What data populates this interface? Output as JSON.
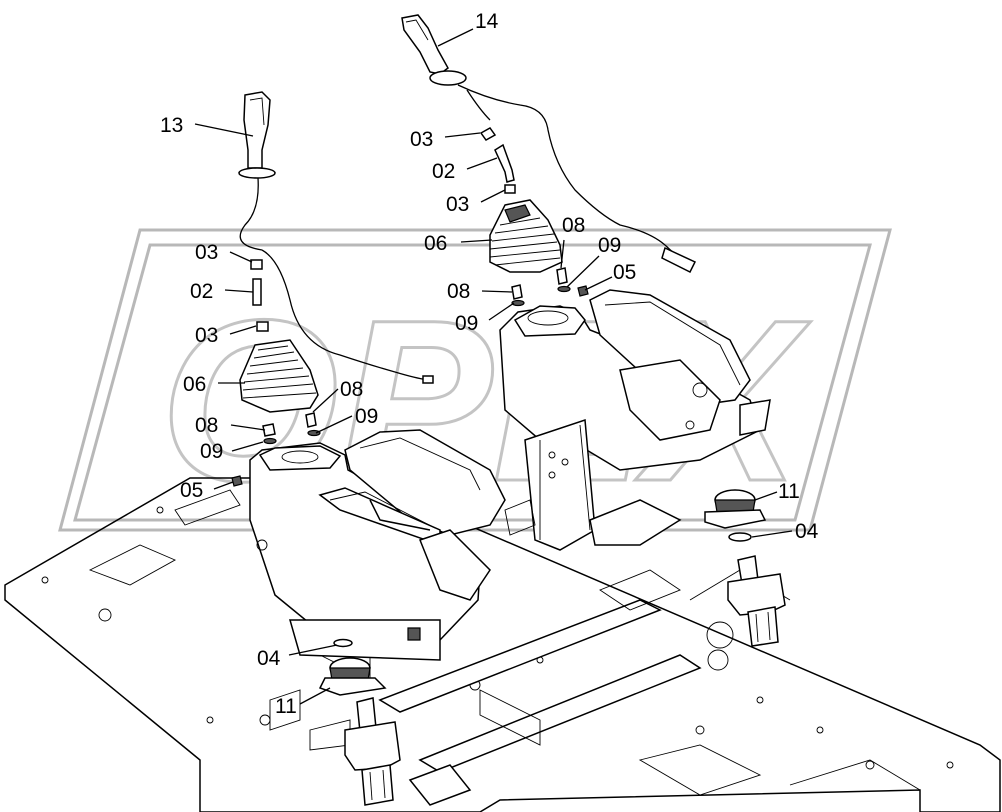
{
  "watermark": {
    "text": "OPEX"
  },
  "labels": {
    "l13": "13",
    "l14": "14",
    "l03a": "03",
    "l02a": "02",
    "l03b": "03",
    "l06a": "06",
    "l08a": "08",
    "l09a": "09",
    "l05a": "05",
    "l03c": "03",
    "l02b": "02",
    "l03d": "03",
    "l06b": "06",
    "l08b": "08",
    "l09b": "09",
    "l08c": "08",
    "l09c": "09",
    "l05b": "05",
    "l08d": "08",
    "l09d": "09",
    "l11a": "11",
    "l04a": "04",
    "l04b": "04",
    "l11b": "11"
  }
}
